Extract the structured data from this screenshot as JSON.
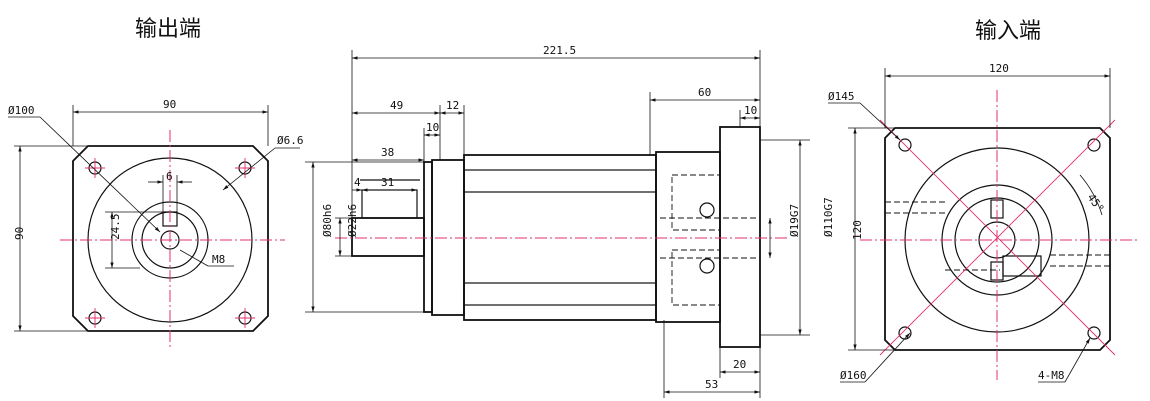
{
  "titles": {
    "output_end": "输出端",
    "input_end": "输入端"
  },
  "output_view": {
    "width": "90",
    "height": "90",
    "pcd": "Ø100",
    "hole": "Ø6.6",
    "key_width": "6",
    "key_height": "24.5",
    "thread": "M8"
  },
  "side_view": {
    "overall": "221.5",
    "shaft_len": "49",
    "shoulder": "12",
    "pilot_len": "10",
    "key_len_total": "38",
    "key_offset": "4",
    "key_len": "31",
    "spigot": "Ø80h6",
    "shaft": "Ø22h6",
    "input_len": "60",
    "flange_thk": "10",
    "bore": "Ø19G7",
    "input_spigot": "Ø110G7",
    "flange_depth": "20",
    "input_total": "53"
  },
  "input_view": {
    "width": "120",
    "height": "120",
    "pcd": "Ø145",
    "outer": "Ø160",
    "holes": "4-M8",
    "angle": "45°"
  },
  "colors": {
    "line": "#111111",
    "center": "#e0306a"
  }
}
